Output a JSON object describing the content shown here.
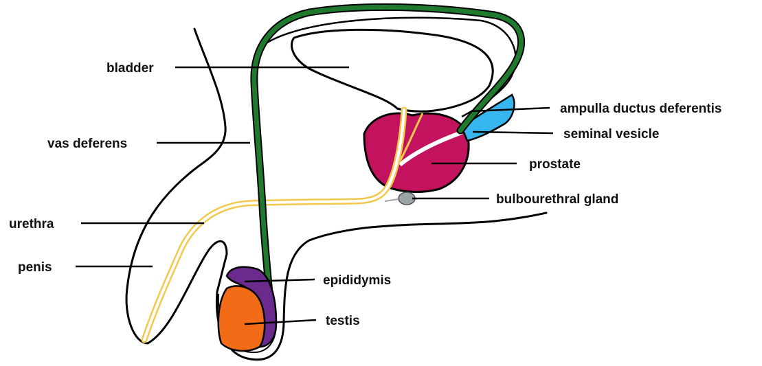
{
  "colors": {
    "outline": "#000000",
    "vas_deferens": "#1f7a2e",
    "urethra": "#f2c94c",
    "prostate": "#c4135e",
    "seminal_vesicle": "#38b6f0",
    "bulbourethral_gland": "#9aa3a6",
    "epididymis": "#6a2a8e",
    "testis": "#f26b16"
  },
  "labels": {
    "bladder": "bladder",
    "vas_deferens": "vas deferens",
    "urethra": "urethra",
    "penis": "penis",
    "ampulla": "ampulla ductus deferentis",
    "seminal_vesicle": "seminal vesicle",
    "prostate": "prostate",
    "bulbourethral": "bulbourethral gland",
    "epididymis": "epididymis",
    "testis": "testis"
  }
}
